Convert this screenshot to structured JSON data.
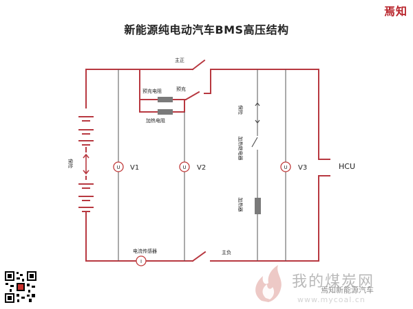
{
  "title": "新能源纯电动汽车BMS高压结构",
  "brand_logo": "焉知",
  "colors": {
    "wire": "#b7373f",
    "internal": "#555555",
    "resistor": "#7a7a7a",
    "meter_ring": "#c13b3b",
    "brand": "#b8232a"
  },
  "labels": {
    "main_positive": "主正",
    "precharge": "预充",
    "precharge_resistor": "预充电阻",
    "heating_resistor": "加热电阻",
    "fuse_left": "保险",
    "fuse_right": "保险",
    "heating_relay": "加热继电器",
    "heater": "加热器",
    "current_sensor": "电流传感器",
    "main_negative": "主负",
    "hcu": "HCU"
  },
  "meters": {
    "v1": {
      "symbol": "U",
      "label": "V1"
    },
    "v2": {
      "symbol": "U",
      "label": "V2"
    },
    "v3": {
      "symbol": "U",
      "label": "V3"
    },
    "current": {
      "symbol": "I"
    }
  },
  "watermark": {
    "main": "我的煤炭网",
    "sub": "焉知新能源汽车",
    "url": "www.mycoal.cn"
  },
  "icons": [
    "qr-code-icon",
    "flame-logo-icon"
  ]
}
